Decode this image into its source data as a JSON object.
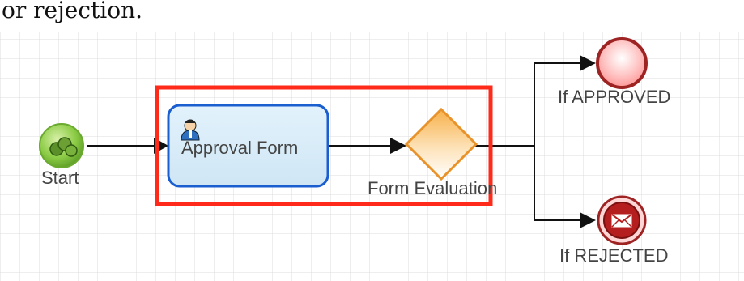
{
  "caption_fragment": "or rejection.",
  "diagram": {
    "start_label": "Start",
    "task_label": "Approval Form",
    "gateway_label": "Form Evaluation",
    "approved_label": "If APPROVED",
    "rejected_label": "If REJECTED"
  },
  "icons": {
    "start": "start-event-coins-icon",
    "task": "user-task-icon",
    "gateway": "exclusive-gateway-diamond-icon",
    "approved": "end-event-icon",
    "rejected": "end-event-message-envelope-icon"
  },
  "colors": {
    "highlight": "#ff2a1a",
    "task_border": "#1a5ed0",
    "task_fill": "#d8ecf8",
    "gateway": "#f0a030",
    "end_event": "#c03030",
    "start_event": "#7cc23a",
    "grid": "#dcdcdc"
  }
}
